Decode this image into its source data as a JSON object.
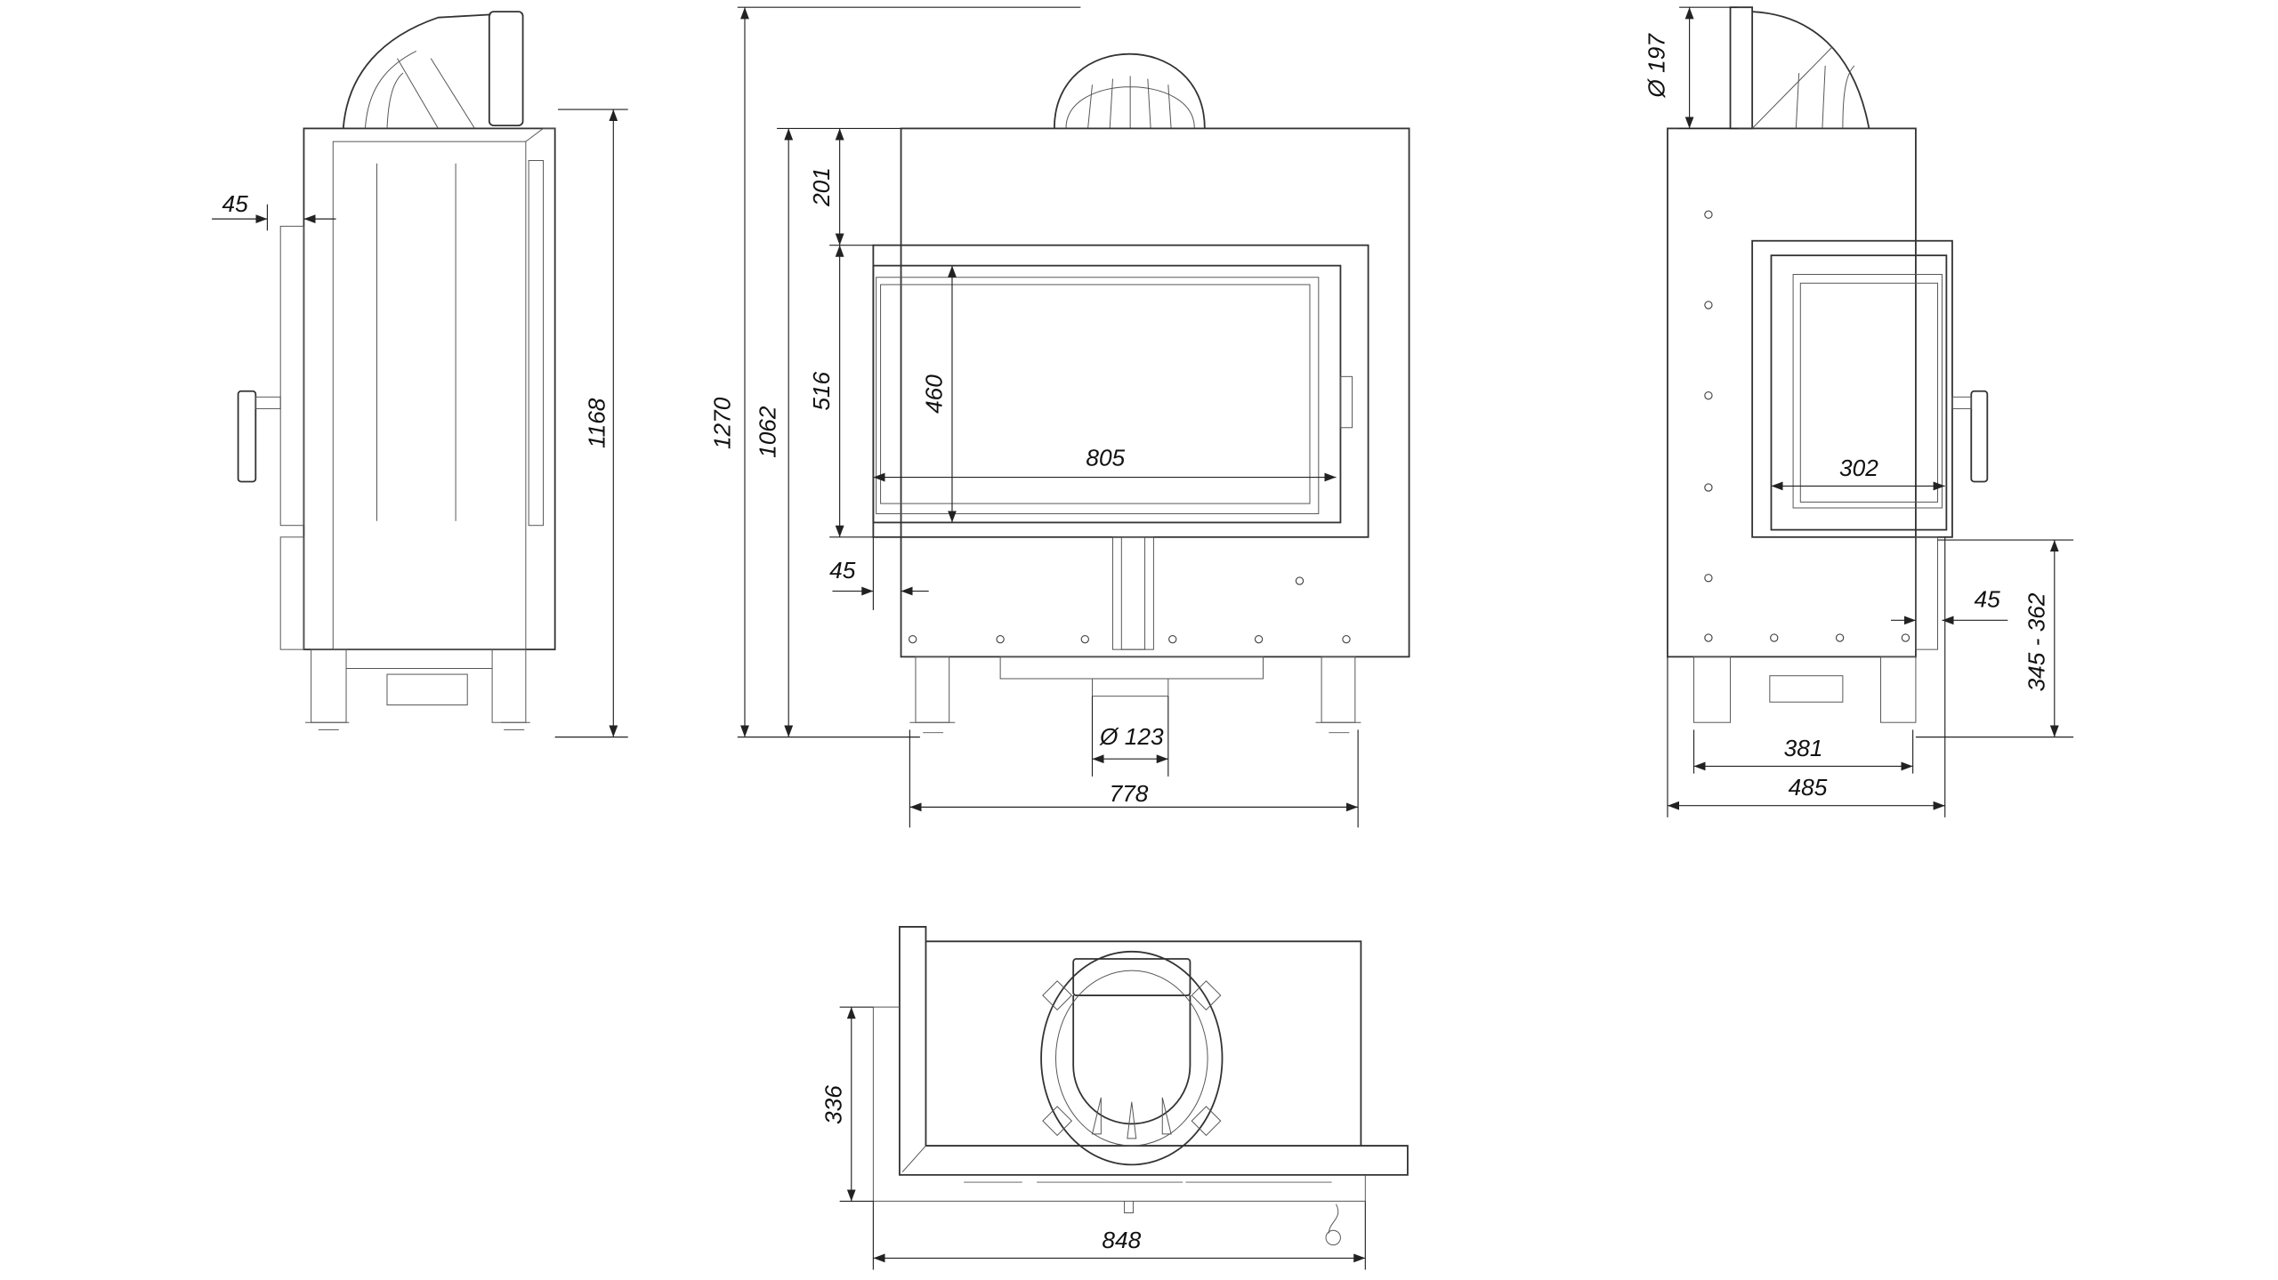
{
  "views": {
    "side_left": {
      "depth_offset": "45",
      "height": "1168"
    },
    "front": {
      "total_height": "1270",
      "body_height": "1062",
      "top_to_door": "201",
      "door_height": "516",
      "glass_height": "460",
      "glass_width": "805",
      "door_offset": "45",
      "air_inlet": "Ø 123",
      "leg_spacing": "778"
    },
    "side_right": {
      "flue_diameter": "Ø 197",
      "side_glass_width": "302",
      "door_offset": "45",
      "floor_to_door": "345 - 362",
      "leg_spacing": "381",
      "depth": "485"
    },
    "top": {
      "depth": "336",
      "width": "848"
    }
  },
  "colors": {
    "line": "#333333",
    "background": "#ffffff"
  }
}
